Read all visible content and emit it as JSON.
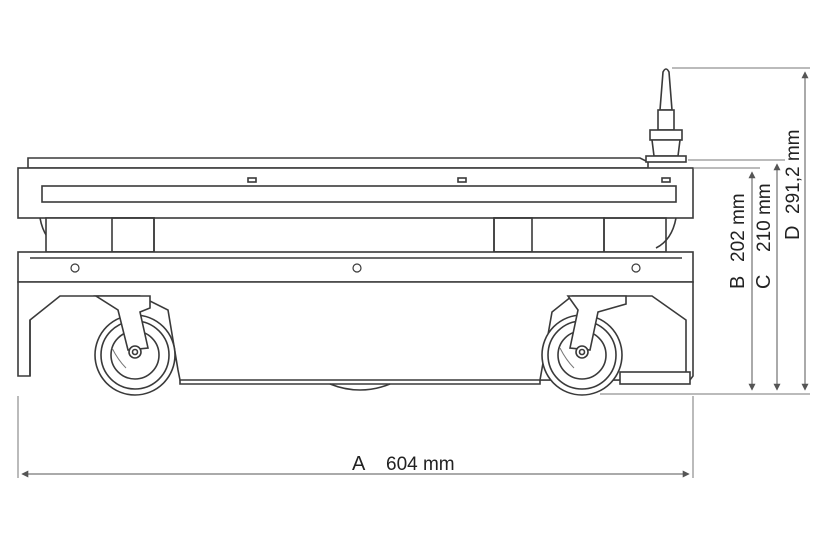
{
  "dimensions": {
    "A": {
      "letter": "A",
      "value": "604 mm"
    },
    "B": {
      "letter": "B",
      "value": "202 mm"
    },
    "C": {
      "letter": "C",
      "value": "210 mm"
    },
    "D": {
      "letter": "D",
      "value": "291,2 mm"
    }
  }
}
